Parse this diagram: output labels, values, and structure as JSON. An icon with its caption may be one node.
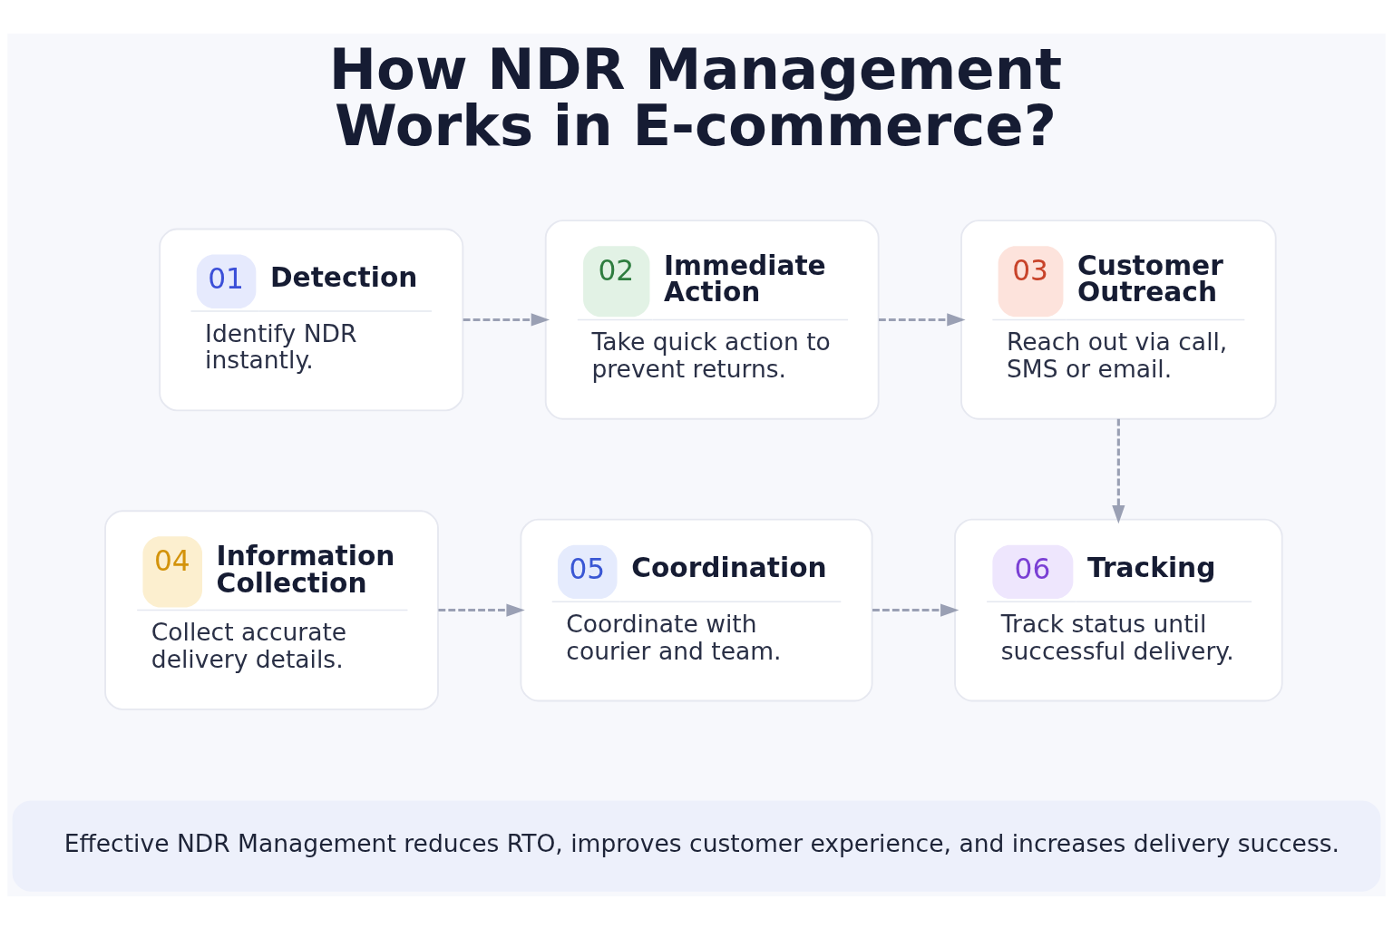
{
  "diagram": {
    "title": "How NDR Management Works in E-commerce?",
    "nodes": [
      {
        "text": [
          "01",
          "Detection",
          "Identify NDR instantly."
        ]
      },
      {
        "text": [
          "02",
          "Immediate Action",
          "Take quick action to prevent returns."
        ]
      },
      {
        "text": [
          "03",
          "Customer Outreach",
          "Reach out via call, SMS or email."
        ]
      },
      {
        "text": [
          "04",
          "Information Collection",
          "Collect accurate delivery details."
        ]
      },
      {
        "text": [
          "05",
          "Coordination",
          "Coordinate with courier and team."
        ]
      },
      {
        "text": [
          "06",
          "Tracking",
          "Track status until successful delivery."
        ]
      },
      {
        "text": [
          "Effective NDR Management reduces RTO, improves customer experience, and increases delivery success."
        ]
      }
    ],
    "edges": [
      {
        "from": 0,
        "to": 1,
        "arrow": "to",
        "style": "dashed"
      },
      {
        "from": 1,
        "to": 2,
        "arrow": "to",
        "style": "dashed"
      },
      {
        "from": 2,
        "to": 5,
        "arrow": "to",
        "style": "dashed"
      },
      {
        "from": 3,
        "to": 4,
        "arrow": "to",
        "style": "dashed"
      },
      {
        "from": 4,
        "to": 5,
        "arrow": "to",
        "style": "dashed"
      }
    ]
  }
}
